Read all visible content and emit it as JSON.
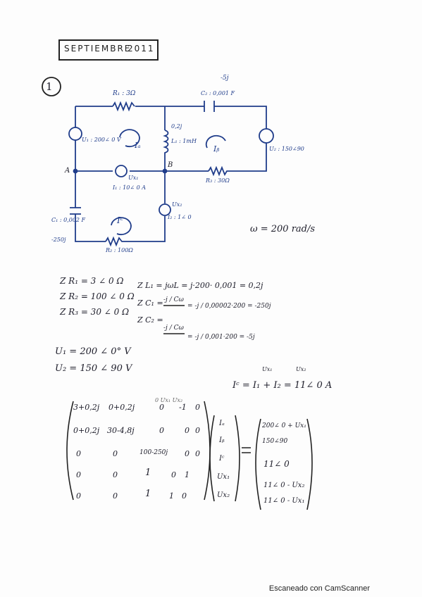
{
  "title": {
    "month": "SEPTIEMBRE",
    "year": "2011"
  },
  "problem_number": "1",
  "circuit": {
    "R1": "R₁ : 3Ω",
    "C2": "C₂ : 0,001 F",
    "C2_imp": "-5j",
    "L1_imp": "0,2j",
    "L1": "L₁ : 1mH",
    "U1": "U₁ : 200∠ 0 V",
    "Ia": "Iₐ",
    "Ib": "Iᵦ",
    "U2": "U₂ : 150∠90",
    "nodeA": "A",
    "nodeB": "B",
    "Ux1": "Ux₁",
    "I1": "I₁ : 10∠ 0 A",
    "R3": "R₃ : 30Ω",
    "C1": "C₁ : 0,002 F",
    "C1_imp": "-250j",
    "Ic": "Iᶜ",
    "Ux2": "Ux₂",
    "I2": "I₂ : 1∠ 0",
    "R2": "R₂ : 100Ω",
    "omega": "ω = 200 rad/s"
  },
  "equations": {
    "zr1": "Z R₁ = 3 ∠ 0 Ω",
    "zr2": "Z R₂ = 100 ∠ 0 Ω",
    "zr3": "Z R₃ = 30 ∠ 0 Ω",
    "zl1": "Z L₁ = jωL = j·200· 0,001 = 0,2j",
    "zc1a": "Z C₁ = ",
    "zc1b": "-j / Cω",
    "zc1c": "= -j / 0,00002·200 = -250j",
    "zc2a": "Z C₂ = ",
    "zc2b": "-j / Cω",
    "zc2c": "= -j / 0,001·200 = -5j",
    "u1": "U₁ = 200 ∠ 0° V",
    "u2": "U₂ = 150 ∠ 90 V",
    "ic": "Iᶜ = I₁ + I₂ = 11∠ 0 A",
    "ic_ux1": "Ux₁",
    "ic_ux2": "Ux₂"
  },
  "matrix": {
    "header": "0  Ux₁  Ux₂",
    "rows": [
      [
        "3+0,2j",
        "0+0,2j",
        "0",
        "-1",
        "0"
      ],
      [
        "0+0,2j",
        "30-4,8j",
        "0",
        "0",
        "0"
      ],
      [
        "0",
        "0",
        "100-250j",
        "0",
        "0"
      ],
      [
        "0",
        "0",
        "1",
        "0",
        "1"
      ],
      [
        "0",
        "0",
        "1",
        "1",
        "0"
      ]
    ],
    "unknowns": [
      "Iₐ",
      "Iᵦ",
      "Iᶜ",
      "Ux₁",
      "Ux₂"
    ],
    "rhs": [
      "200∠ 0 + Ux₁",
      "150∠90",
      "11∠ 0",
      "11∠ 0 - Ux₂",
      "11∠ 0 - Ux₁"
    ]
  },
  "footer": "Escaneado con CamScanner"
}
